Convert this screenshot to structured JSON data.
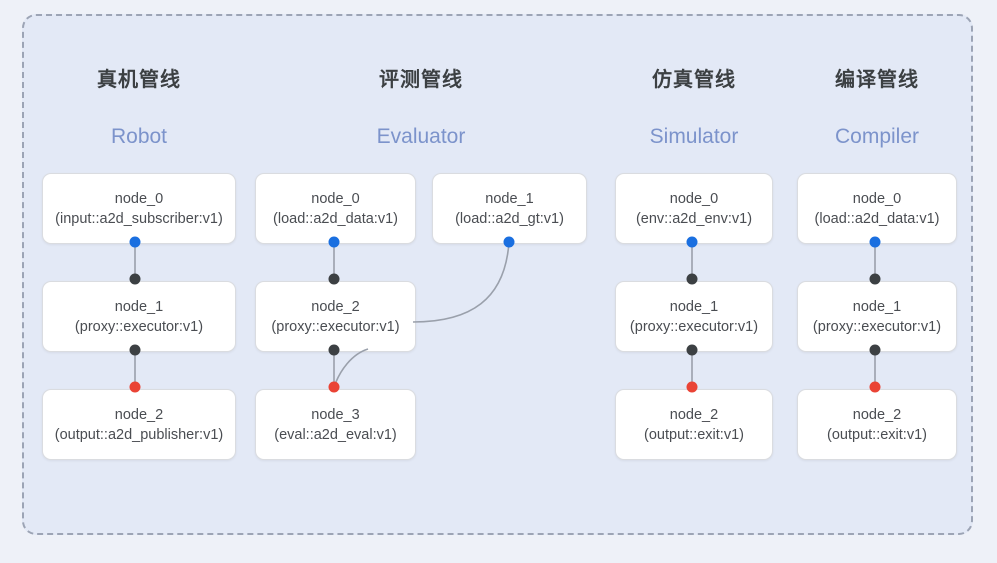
{
  "diagram": {
    "title_zh": "",
    "container": {
      "style": "dashed-rounded",
      "fill": "#e3e9f6",
      "stroke": "#9ca4b5"
    },
    "page_background": "#eef1f8",
    "colors": {
      "node_fill": "#ffffff",
      "node_border": "#dadce0",
      "title_text": "#3c4043",
      "subtitle_text": "#7c93cb",
      "node_text": "#4a4d52",
      "port_input": "#1a6fe0",
      "port_middle": "#3c4043",
      "port_output": "#ea4335",
      "edge_line": "#9aa0ab"
    },
    "columns": [
      {
        "title": "真机管线",
        "subtitle": "Robot",
        "nodes": [
          {
            "name": "node_0",
            "type": "(input::a2d_subscriber:v1)"
          },
          {
            "name": "node_1",
            "type": "(proxy::executor:v1)"
          },
          {
            "name": "node_2",
            "type": "(output::a2d_publisher:v1)"
          }
        ]
      },
      {
        "title": "评测管线",
        "subtitle": "Evaluator",
        "nodes": [
          {
            "name": "node_0",
            "type": "(load::a2d_data:v1)"
          },
          {
            "name": "node_1",
            "type": "(load::a2d_gt:v1)"
          },
          {
            "name": "node_2",
            "type": "(proxy::executor:v1)"
          },
          {
            "name": "node_3",
            "type": "(eval::a2d_eval:v1)"
          }
        ]
      },
      {
        "title": "仿真管线",
        "subtitle": "Simulator",
        "nodes": [
          {
            "name": "node_0",
            "type": "(env::a2d_env:v1)"
          },
          {
            "name": "node_1",
            "type": "(proxy::executor:v1)"
          },
          {
            "name": "node_2",
            "type": "(output::exit:v1)"
          }
        ]
      },
      {
        "title": "编译管线",
        "subtitle": "Compiler",
        "nodes": [
          {
            "name": "node_0",
            "type": "(load::a2d_data:v1)"
          },
          {
            "name": "node_1",
            "type": "(proxy::executor:v1)"
          },
          {
            "name": "node_2",
            "type": "(output::exit:v1)"
          }
        ]
      }
    ]
  }
}
